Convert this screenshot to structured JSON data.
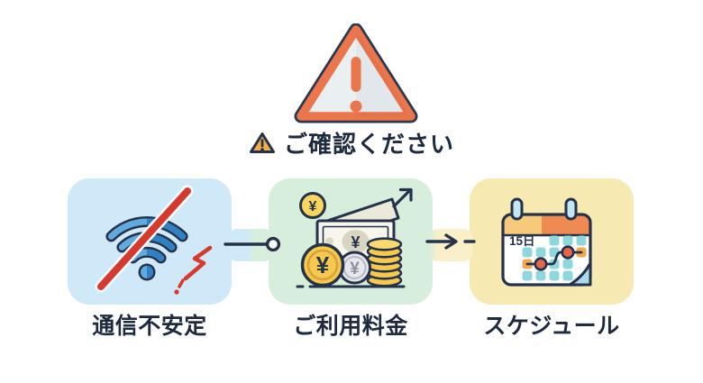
{
  "page": {
    "background": "#ffffff",
    "type": "notice-infographic"
  },
  "alert": {
    "heading": "ご確認ください",
    "icon": "warning-triangle"
  },
  "palette": {
    "ink_navy": "#25324a",
    "text_navy": "#1e2a3e",
    "alert_coral": "#ec764b",
    "alert_fill": "#eaeff2",
    "small_triangle_amber": "#f3ad44",
    "error_red": "#d6392d",
    "wifi_blue_light": "#5fabdd",
    "wifi_blue_dark": "#2e82c4",
    "coin_gold": "#f5c94e",
    "calendar_teal": "#8ed8dd",
    "calendar_orange": "#f3a74e"
  },
  "currency": {
    "symbol": "¥"
  },
  "steps": [
    {
      "id": "network",
      "label": "通信不安定",
      "icon": "wifi-disconnected-icon",
      "card_color": "#cfe9f8"
    },
    {
      "id": "fees",
      "label": "ご利用料金",
      "icon": "yen-payment-icon",
      "card_color": "#d8eedd"
    },
    {
      "id": "schedule",
      "label": "スケジュール",
      "icon": "calendar-icon",
      "card_color": "#f7e9b2",
      "calendar_date": "15日"
    }
  ],
  "connectors": [
    {
      "from": "network",
      "to": "fees",
      "style": "line-with-circle"
    },
    {
      "from": "fees",
      "to": "schedule",
      "style": "arrow-with-dash"
    }
  ]
}
